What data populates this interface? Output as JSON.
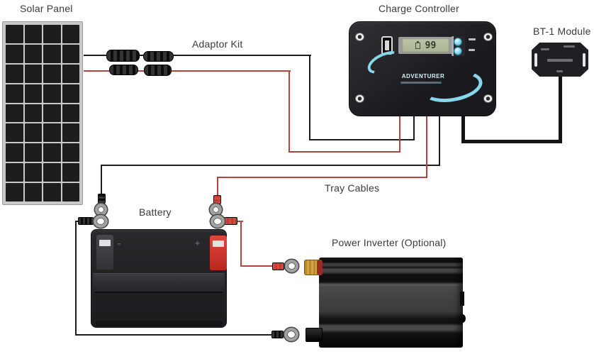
{
  "labels": {
    "solar_panel": "Solar Panel",
    "adaptor_kit": "Adaptor Kit",
    "charge_controller": "Charge Controller",
    "bt1_module": "BT-1 Module",
    "tray_cables": "Tray Cables",
    "battery": "Battery",
    "power_inverter": "Power Inverter (Optional)"
  },
  "charge_controller": {
    "brand": "ADVENTURER",
    "lcd_value": "99"
  },
  "battery": {
    "minus": "-",
    "plus": "+"
  },
  "solar_panel": {
    "rows": 9,
    "cols": 4
  },
  "colors": {
    "wire_black": "#1c1c1c",
    "wire_red": "#b5443c",
    "crimp_red": "#c23b30",
    "accent": "#86d7ea",
    "lcd_green": "#aab596",
    "terminal_red": "#e0463c",
    "brass": "#d3a440",
    "label_text": "#3a3a3a"
  }
}
